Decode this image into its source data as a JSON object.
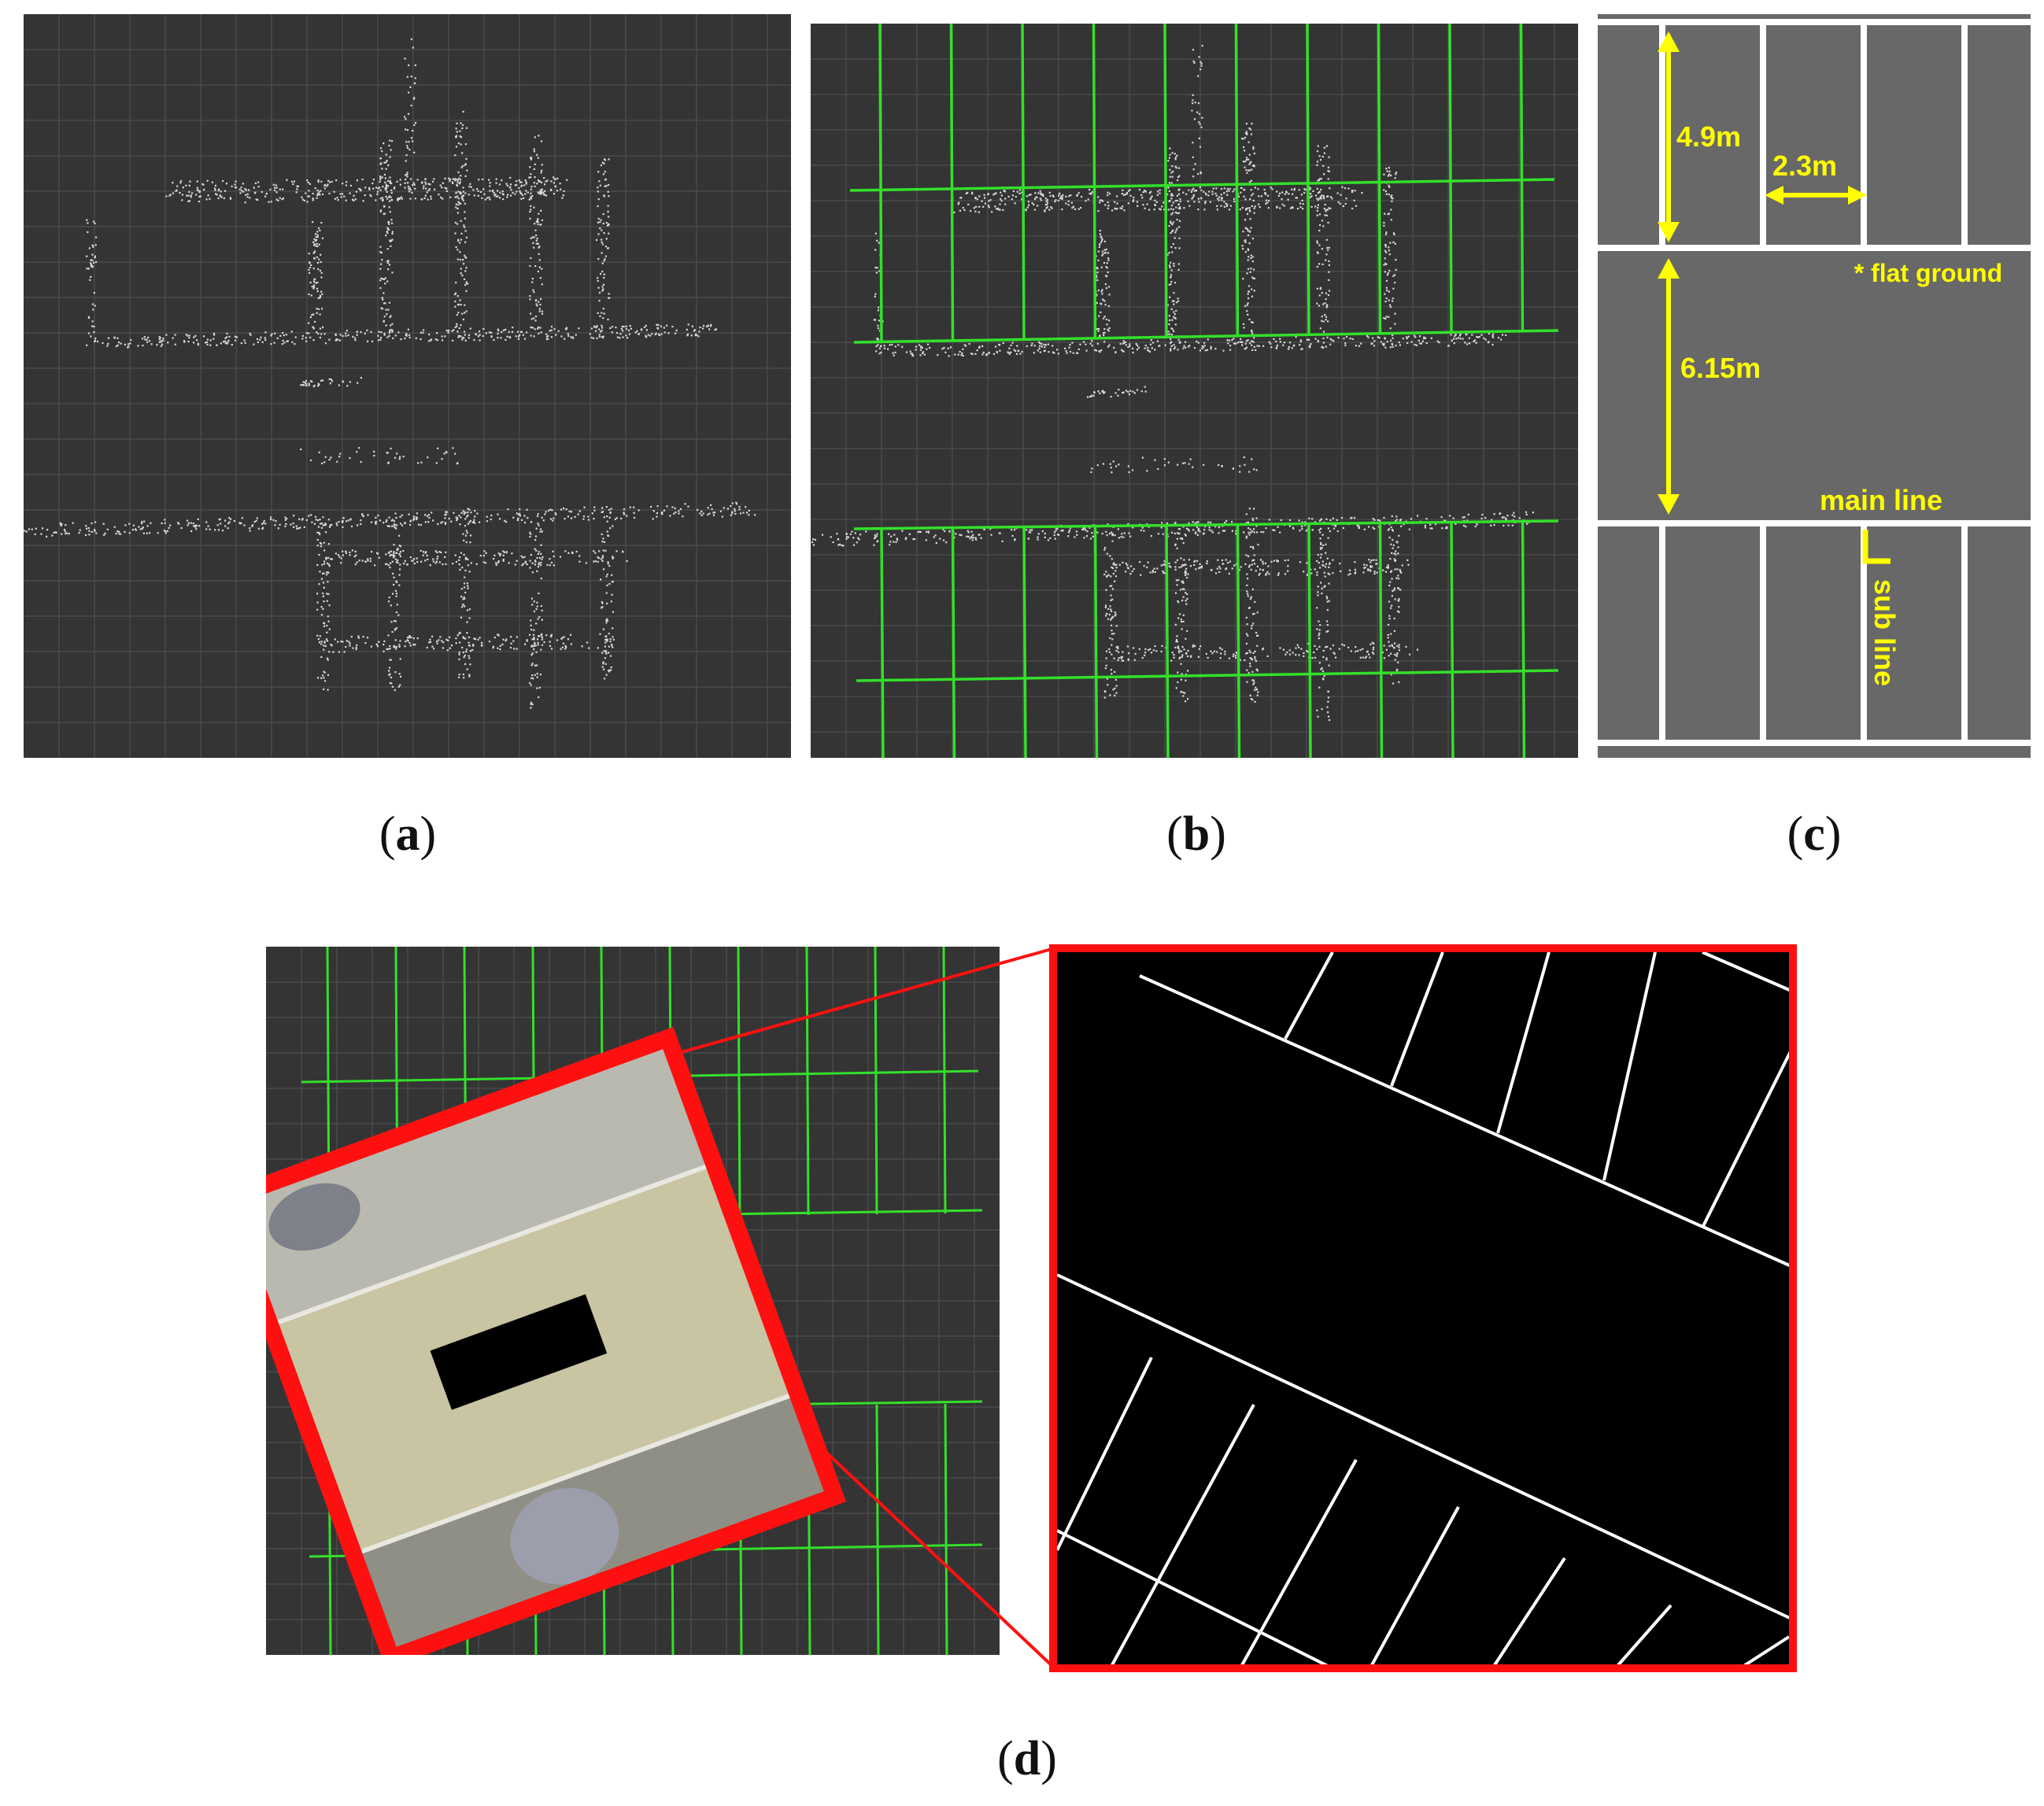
{
  "captions": {
    "a": "a",
    "b": "b",
    "c": "c",
    "d": "d"
  },
  "panel_c": {
    "dim_stall_depth": "4.9m",
    "dim_stall_width": "2.3m",
    "dim_aisle_width": "6.15m",
    "note": "* flat ground",
    "label_main_line": "main line",
    "label_sub_line": "sub line"
  },
  "colors": {
    "grid_background": "#343434",
    "grid_lines": "#4a4a4a",
    "point_cloud": "#d8d8d8",
    "fitted_lines": "#33e02a",
    "ground": "#686868",
    "markings": "#ffffff",
    "annotation": "#ffff00",
    "highlight": "#ff1010",
    "mask_background": "#000000"
  }
}
